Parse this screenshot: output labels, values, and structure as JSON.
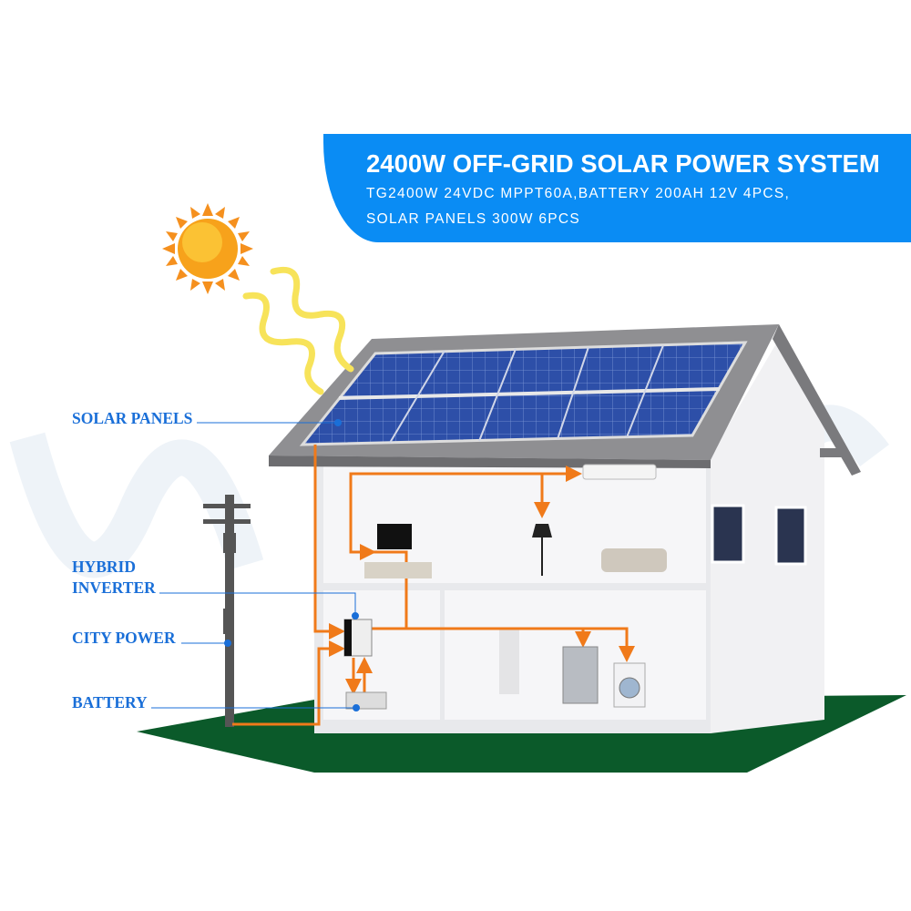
{
  "header": {
    "title": "2400W OFF-GRID SOLAR POWER SYSTEM",
    "subtitle_line1": "TG2400W 24VDC MPPT60A,BATTERY 200AH 12V 4PCS,",
    "subtitle_line2": "SOLAR PANELS 300W 6PCS"
  },
  "labels": {
    "solar_panels": "SOLAR PANELS",
    "hybrid": "HYBRID",
    "inverter": "INVERTER",
    "city_power": "CITY POWER",
    "battery": "BATTERY"
  },
  "colors": {
    "banner": "#0a8cf4",
    "label": "#1a6fd8",
    "power_line": "#f07a1a",
    "ground": "#0b5a2a"
  }
}
